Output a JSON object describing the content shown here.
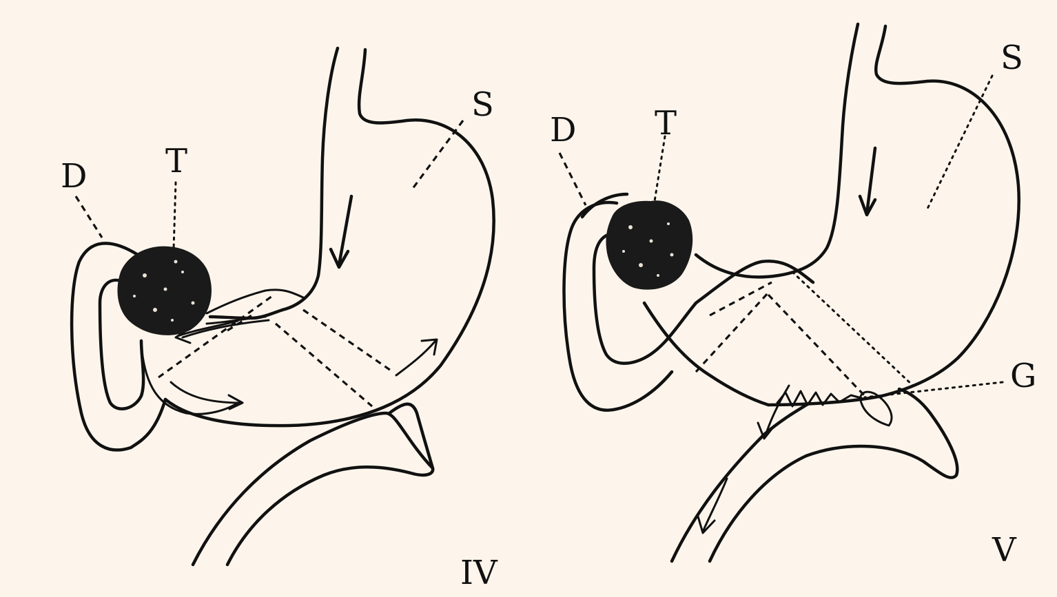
{
  "figures": [
    {
      "id": "IV",
      "numeral": "IV",
      "labels": {
        "d": "D",
        "t": "T",
        "s": "S"
      }
    },
    {
      "id": "V",
      "numeral": "V",
      "labels": {
        "d": "D",
        "t": "T",
        "s": "S",
        "g": "G"
      }
    }
  ],
  "colors": {
    "paper": "#fdf5ec",
    "ink": "#111111",
    "frame": "#ffffff"
  }
}
